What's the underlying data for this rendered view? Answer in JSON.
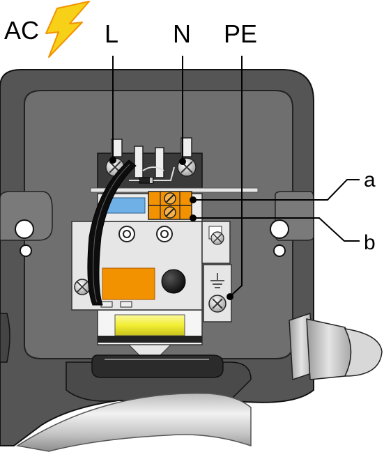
{
  "labels": {
    "ac": "AC",
    "live": "L",
    "neutral": "N",
    "protective_earth": "PE",
    "callout_a": "a",
    "callout_b": "b"
  },
  "icons": {
    "lightning": "lightning-bolt-icon",
    "ground": "ground-symbol-icon",
    "screw": "screw-head-icon"
  },
  "colors": {
    "housing": "#5a5a5a",
    "housing_inner": "#6f6f6f",
    "terminal_orange": "#f39200",
    "indicator_blue": "#6fb1e6",
    "coil_yellow": "#f2ee33",
    "cable": "#c9c9c9",
    "lightning_yellow": "#f7d117",
    "lightning_orange": "#f39200"
  }
}
